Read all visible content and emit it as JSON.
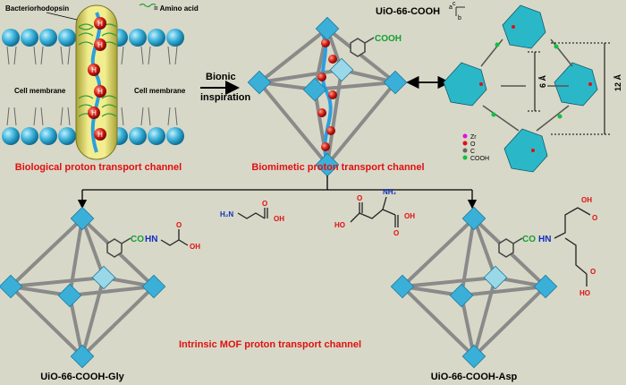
{
  "colors": {
    "background": "#d8d8c8",
    "node": "#3ab0d8",
    "edge": "#8a8a8a",
    "red_label": "#e01010",
    "channel": "#e6e070",
    "carboxyl_green": "#10a030",
    "hydroxyl_red": "#e01010",
    "amine_blue": "#1030c0"
  },
  "top_left": {
    "bacteriorhodopsin_label": "Bacteriorhodopsin",
    "amino_acid_legend": "= Amino acid",
    "cell_membrane_left": "Cell membrane",
    "cell_membrane_right": "Cell membrane",
    "proton_symbol": "H",
    "proton_charge": "+",
    "caption": "Biological proton transport channel"
  },
  "arrow_label": {
    "line1": "Bionic",
    "line2": "inspiration"
  },
  "top_center": {
    "group_cooh": "COOH",
    "caption": "Biomimetic proton transport channel"
  },
  "top_right": {
    "title": "UiO-66-COOH",
    "axis_a": "a",
    "axis_c": "c",
    "axis_b": "b",
    "pore_small": "6 Å",
    "pore_large": "12 Å",
    "legend": [
      "Zr",
      "O",
      "C",
      "COOH"
    ]
  },
  "molecules": {
    "glycine_amine": "H₂N",
    "glycine_acid": "OH",
    "glycine_o": "O",
    "asp_amine": "NH₂",
    "asp_ho": "HO",
    "asp_oh": "OH",
    "asp_o": "O"
  },
  "bottom_left": {
    "linker_co": "CO",
    "linker_hn": "HN",
    "acid_o": "O",
    "acid_oh": "OH",
    "caption": "UiO-66-COOH-Gly"
  },
  "bottom_right": {
    "linker_co": "CO",
    "linker_hn": "HN",
    "acid_oh": "OH",
    "acid_o": "O",
    "acid_ho": "HO",
    "caption": "UiO-66-COOH-Asp"
  },
  "middle_caption": "Intrinsic MOF proton transport channel"
}
